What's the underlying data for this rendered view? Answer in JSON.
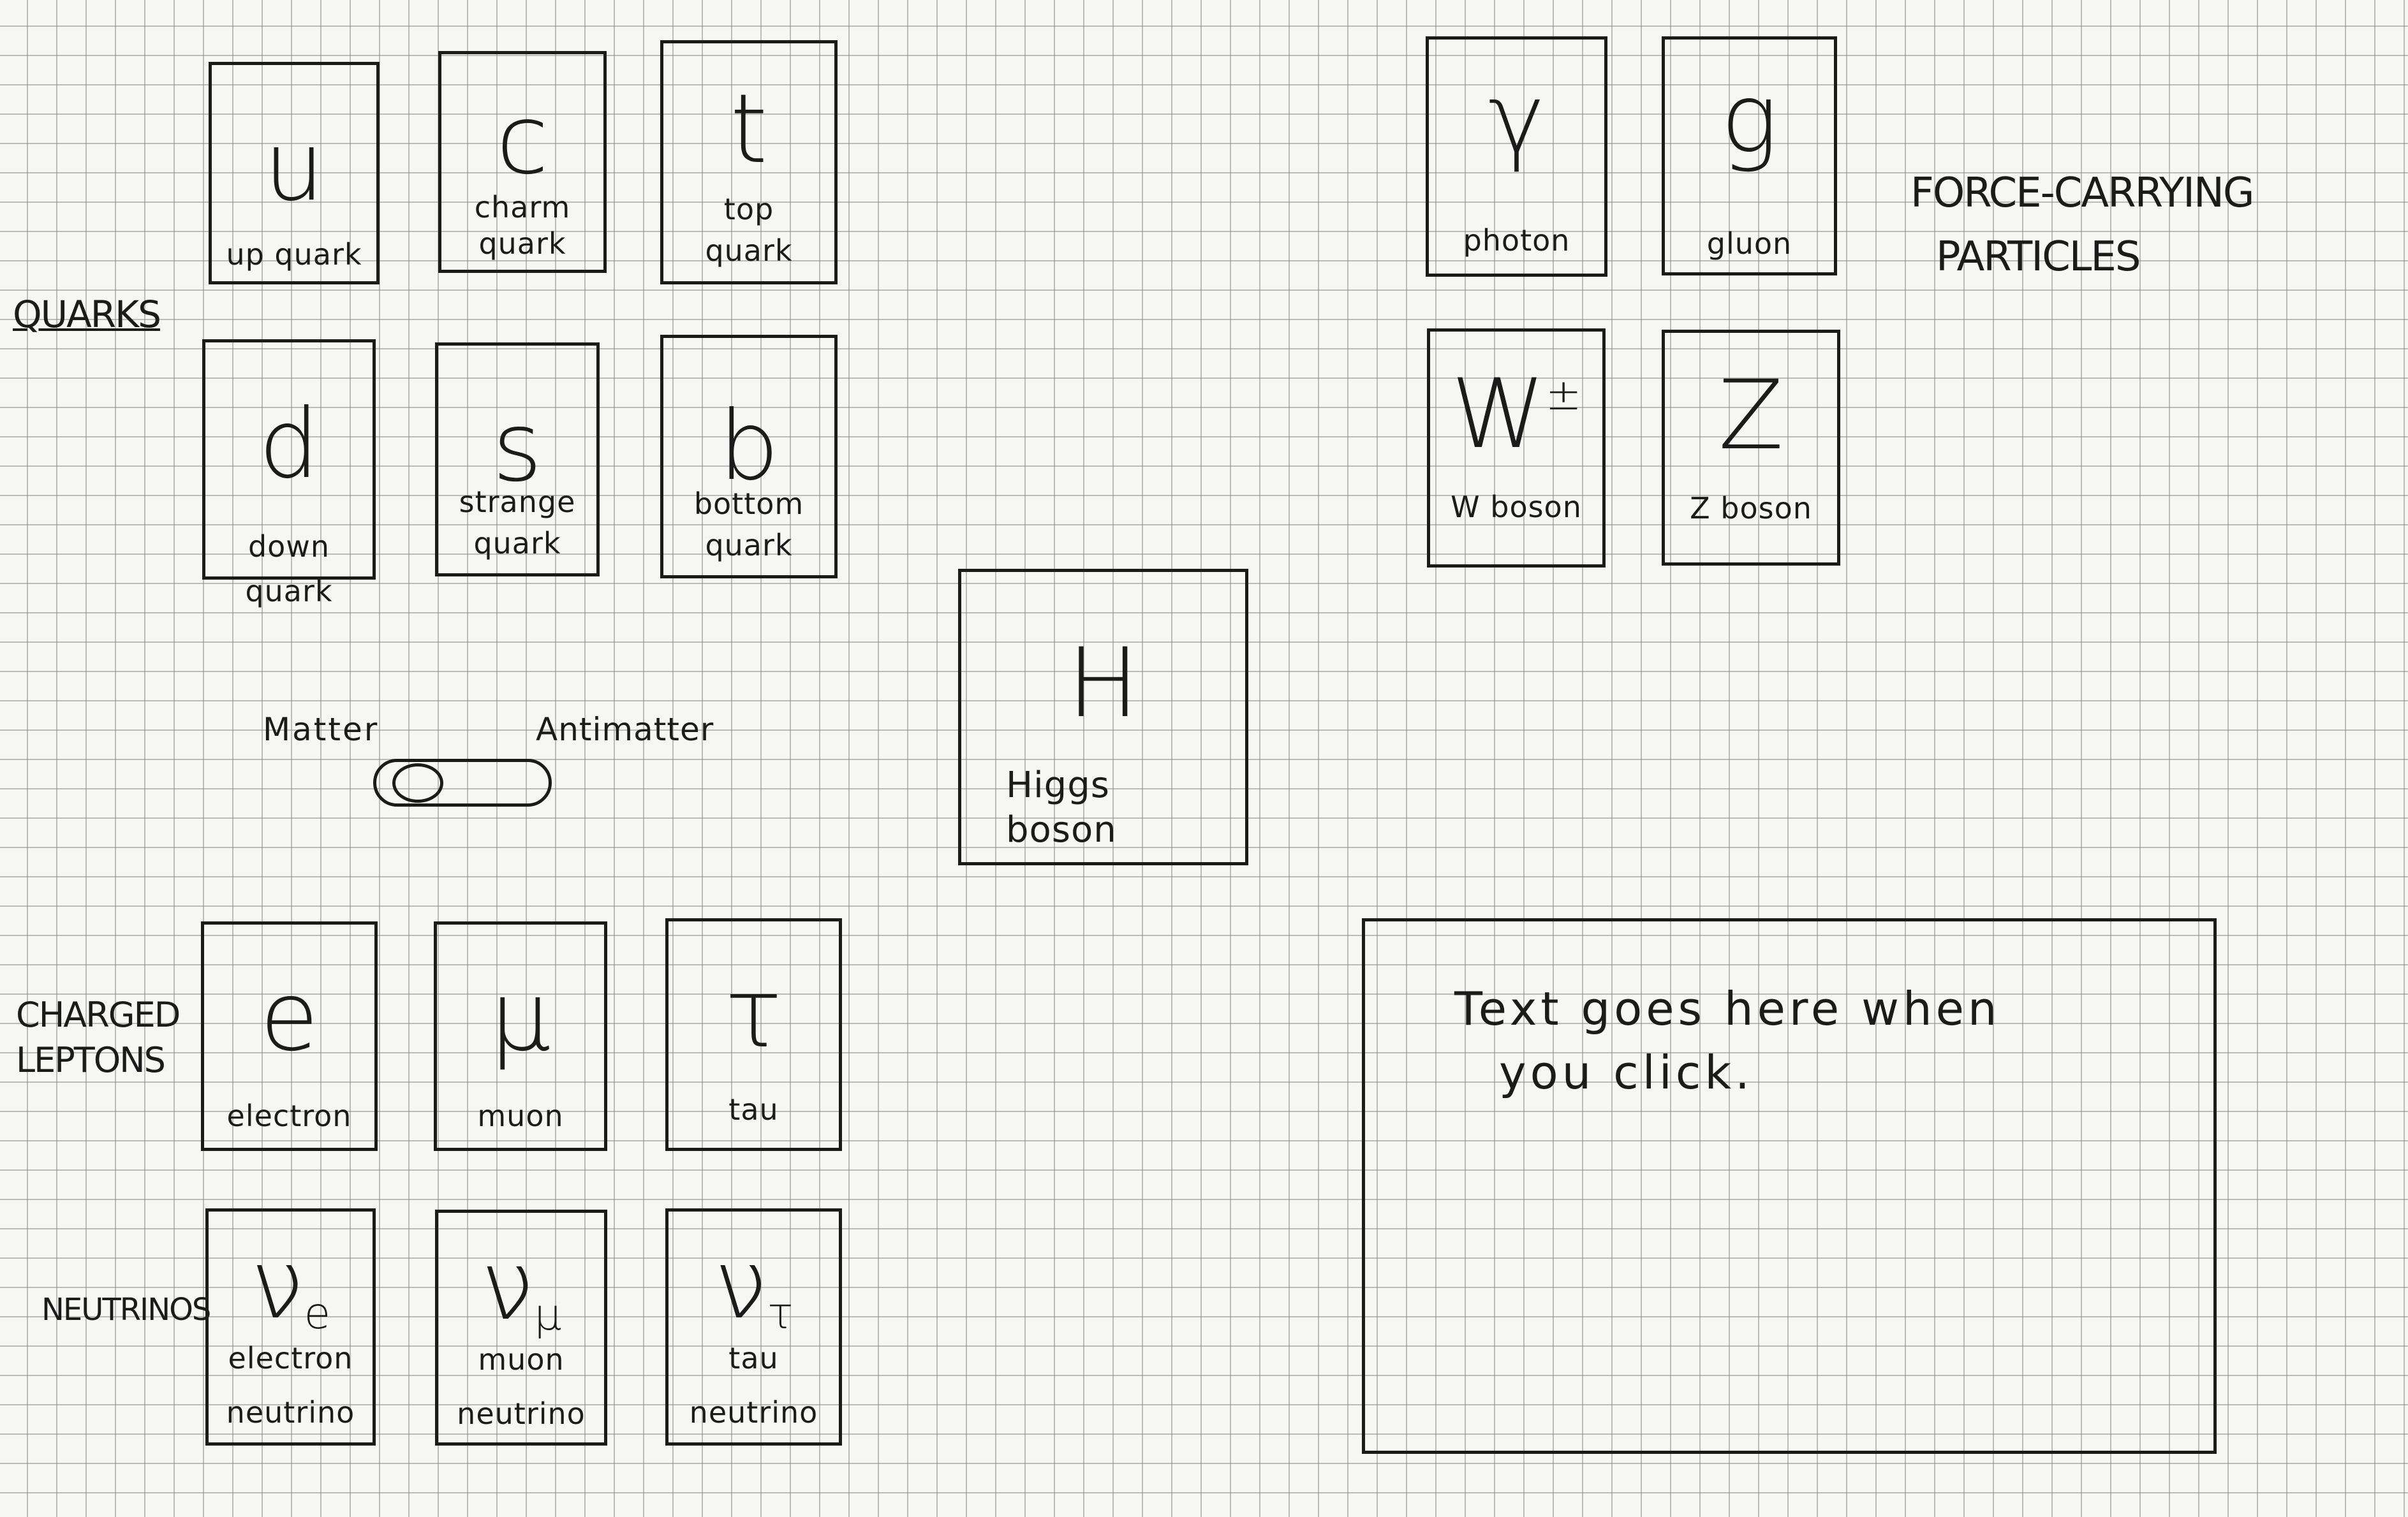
{
  "categories": {
    "quarks": "QUARKS",
    "force_line1": "FORCE-CARRYING",
    "force_line2": "PARTICLES",
    "charged_line1": "CHARGED",
    "charged_line2": "LEPTONS",
    "neutrinos": "NEUTRINOS"
  },
  "toggle": {
    "left_label": "Matter",
    "right_label": "Antimatter"
  },
  "quarks": [
    {
      "symbol": "u",
      "name_line1": "up quark",
      "name_line2": ""
    },
    {
      "symbol": "c",
      "name_line1": "charm",
      "name_line2": "quark"
    },
    {
      "symbol": "t",
      "name_line1": "top",
      "name_line2": "quark"
    },
    {
      "symbol": "d",
      "name_line1": "down quark",
      "name_line2": ""
    },
    {
      "symbol": "s",
      "name_line1": "strange",
      "name_line2": "quark"
    },
    {
      "symbol": "b",
      "name_line1": "bottom",
      "name_line2": "quark"
    }
  ],
  "bosons": [
    {
      "symbol": "γ",
      "name_line1": "photon"
    },
    {
      "symbol": "g",
      "name_line1": "gluon"
    },
    {
      "symbol": "W",
      "symbol_sup": "±",
      "name_line1": "W boson"
    },
    {
      "symbol": "Z",
      "name_line1": "Z boson"
    }
  ],
  "higgs": {
    "symbol": "H",
    "name_line1": "Higgs",
    "name_line2": "boson"
  },
  "leptons": [
    {
      "symbol": "e",
      "name_line1": "electron"
    },
    {
      "symbol": "μ",
      "name_line1": "muon"
    },
    {
      "symbol": "τ",
      "name_line1": "tau"
    }
  ],
  "neutrinos": [
    {
      "symbol": "ν",
      "symbol_sub": "e",
      "name_line1": "electron",
      "name_line2": "neutrino"
    },
    {
      "symbol": "ν",
      "symbol_sub": "μ",
      "name_line1": "muon",
      "name_line2": "neutrino"
    },
    {
      "symbol": "ν",
      "symbol_sub": "τ",
      "name_line1": "tau",
      "name_line2": "neutrino"
    }
  ],
  "info_panel": {
    "line1": "Text goes here when",
    "line2": "you click."
  }
}
